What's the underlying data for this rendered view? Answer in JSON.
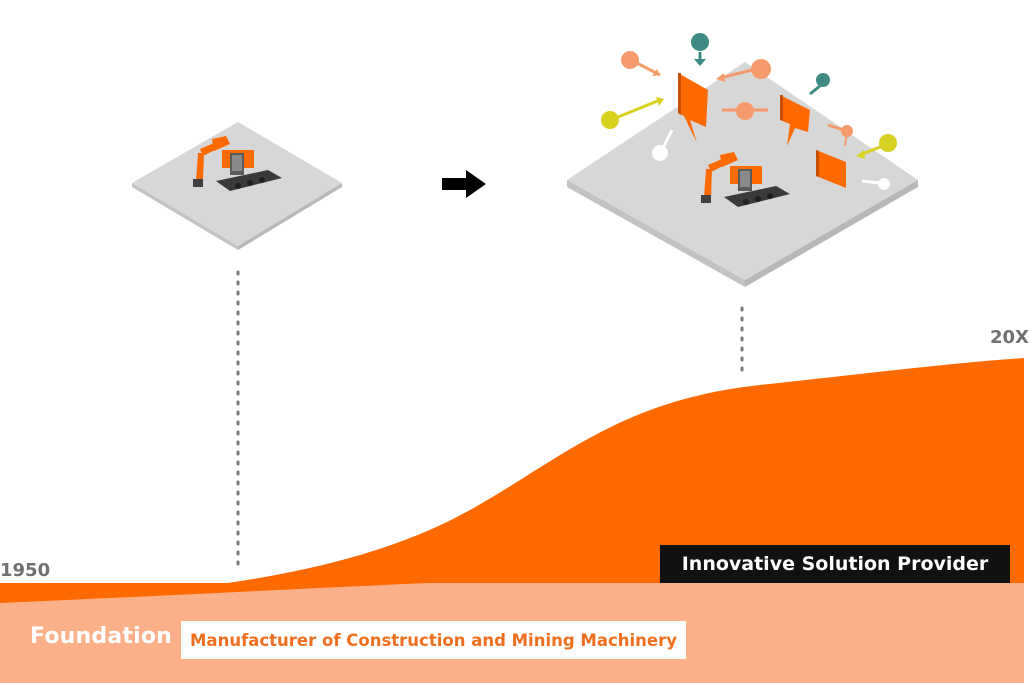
{
  "timeline": {
    "start_year": "1950",
    "end_year": "20X",
    "foundation_label": "Foundation",
    "past_role": "Manufacturer of Construction and Mining Machinery",
    "future_role": "Innovative Solution Provider"
  },
  "colors": {
    "orange": "#ff6a00",
    "light_orange": "#fbb089",
    "platform": "#d7d7d7",
    "teal": "#3f8b83",
    "yellow": "#d8d11f",
    "salmon": "#f59a6a"
  },
  "icons": {
    "left_machine": "excavator-icon",
    "right_machine": "excavator-icon",
    "transition": "arrow-right-icon",
    "signals": "speech-bubble-icon"
  }
}
